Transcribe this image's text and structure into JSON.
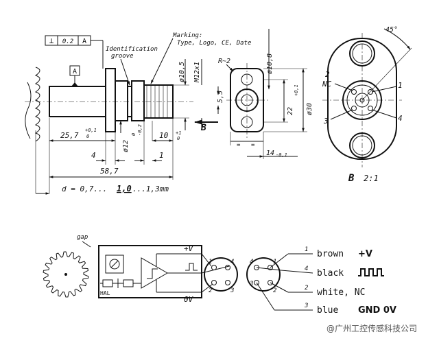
{
  "drawing": {
    "tolerance_frame": {
      "symbol": "⊥",
      "value": "0.2",
      "datum": "A"
    },
    "datum_label": "A",
    "marking_label": "Marking:",
    "marking_detail": "Type, Logo, CE, Date",
    "identification_label": "Identification",
    "groove_label": "groove",
    "dia_10_5": "ø10,5",
    "thread": "M12x1",
    "dia_12": "ø12",
    "dia_12_tol": "-0,2",
    "dia_12_tol0": "0",
    "dim_25_7": "25,7",
    "tol_plus_0_1": "+0,1",
    "tol_zero": "0",
    "dim_10": "10",
    "tol_plus_1": "+1",
    "dim_4": "4",
    "dim_1": "1",
    "dim_58_7": "58,7",
    "d_formula_a": "d = 0,7...",
    "d_formula_b": "1,0",
    "d_formula_c": "...1,3mm",
    "view_arrow": "B",
    "radius": "R~2",
    "dia_10_8": "ø10,8",
    "dim_5_5": "5,5",
    "dim_22": "22",
    "dia_30": "ø30",
    "dim_14": "14",
    "tol_minus_0_1": "-0,1",
    "equals": "=",
    "angle": "45°",
    "pin_label_2": "2",
    "pin_label_nc": "NC",
    "pin_label_1": "1",
    "pin_label_3": "3",
    "pin_label_4": "4",
    "view_title": "B",
    "view_scale": "2:1"
  },
  "wiring": {
    "gap_label": "gap",
    "hall_label": "HAL",
    "plus_v": "+V",
    "zero_v": "0V",
    "pins": [
      "1",
      "4",
      "2",
      "3"
    ],
    "pins_mirror": [
      "4",
      "1",
      "3",
      "2"
    ],
    "legend": [
      {
        "pin": "1",
        "color": "brown",
        "signal": "+V"
      },
      {
        "pin": "4",
        "color": "black",
        "signal": "pulse"
      },
      {
        "pin": "2",
        "color": "white, NC",
        "signal": ""
      },
      {
        "pin": "3",
        "color": "blue",
        "signal": "GND 0V"
      }
    ]
  },
  "watermark": "@广州工控传感科技公司"
}
